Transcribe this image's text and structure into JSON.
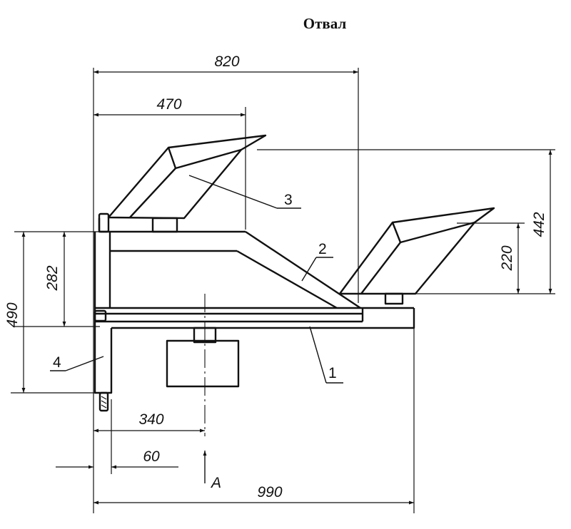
{
  "title": "Отвал",
  "dimensions": {
    "d820": "820",
    "d470": "470",
    "d442": "442",
    "d220": "220",
    "d490": "490",
    "d282": "282",
    "d340": "340",
    "d60": "60",
    "d990": "990"
  },
  "callouts": {
    "c1": "1",
    "c2": "2",
    "c3": "3",
    "c4": "4"
  },
  "view_label": "A"
}
